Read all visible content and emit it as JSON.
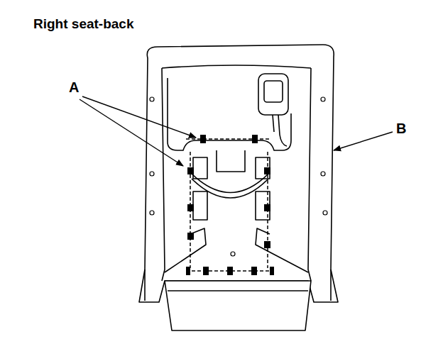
{
  "diagram": {
    "title": "Right seat-back",
    "labels": [
      "A",
      "B"
    ]
  }
}
